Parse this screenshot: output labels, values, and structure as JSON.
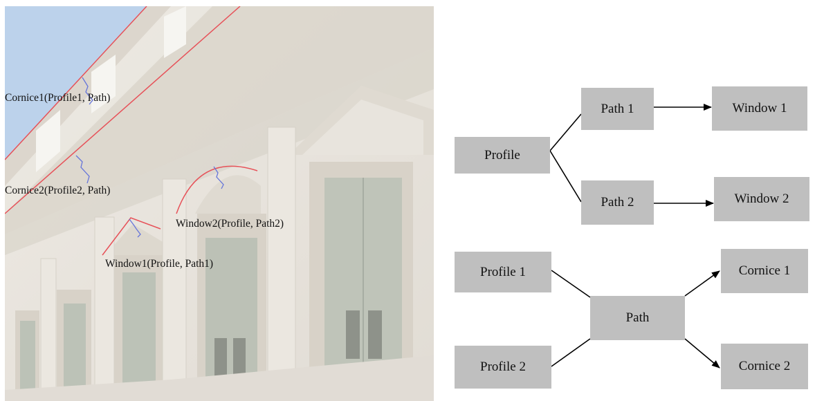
{
  "photo": {
    "labels": {
      "cornice1": "Cornice1(Profile1, Path)",
      "cornice2": "Cornice2(Profile2, Path)",
      "window1": "Window1(Profile, Path1)",
      "window2": "Window2(Profile, Path2)"
    },
    "colors": {
      "path_curve": "#e0202a",
      "profile_shape": "#3a4fd0",
      "sky": "#a9c6e6"
    }
  },
  "diagram_top": {
    "profile": "Profile",
    "path1": "Path 1",
    "path2": "Path 2",
    "window1": "Window 1",
    "window2": "Window 2"
  },
  "diagram_bottom": {
    "profile1": "Profile 1",
    "profile2": "Profile 2",
    "path": "Path",
    "cornice1": "Cornice 1",
    "cornice2": "Cornice 2"
  },
  "colors": {
    "node_fill": "#bfbfbf",
    "edge": "#000000"
  }
}
